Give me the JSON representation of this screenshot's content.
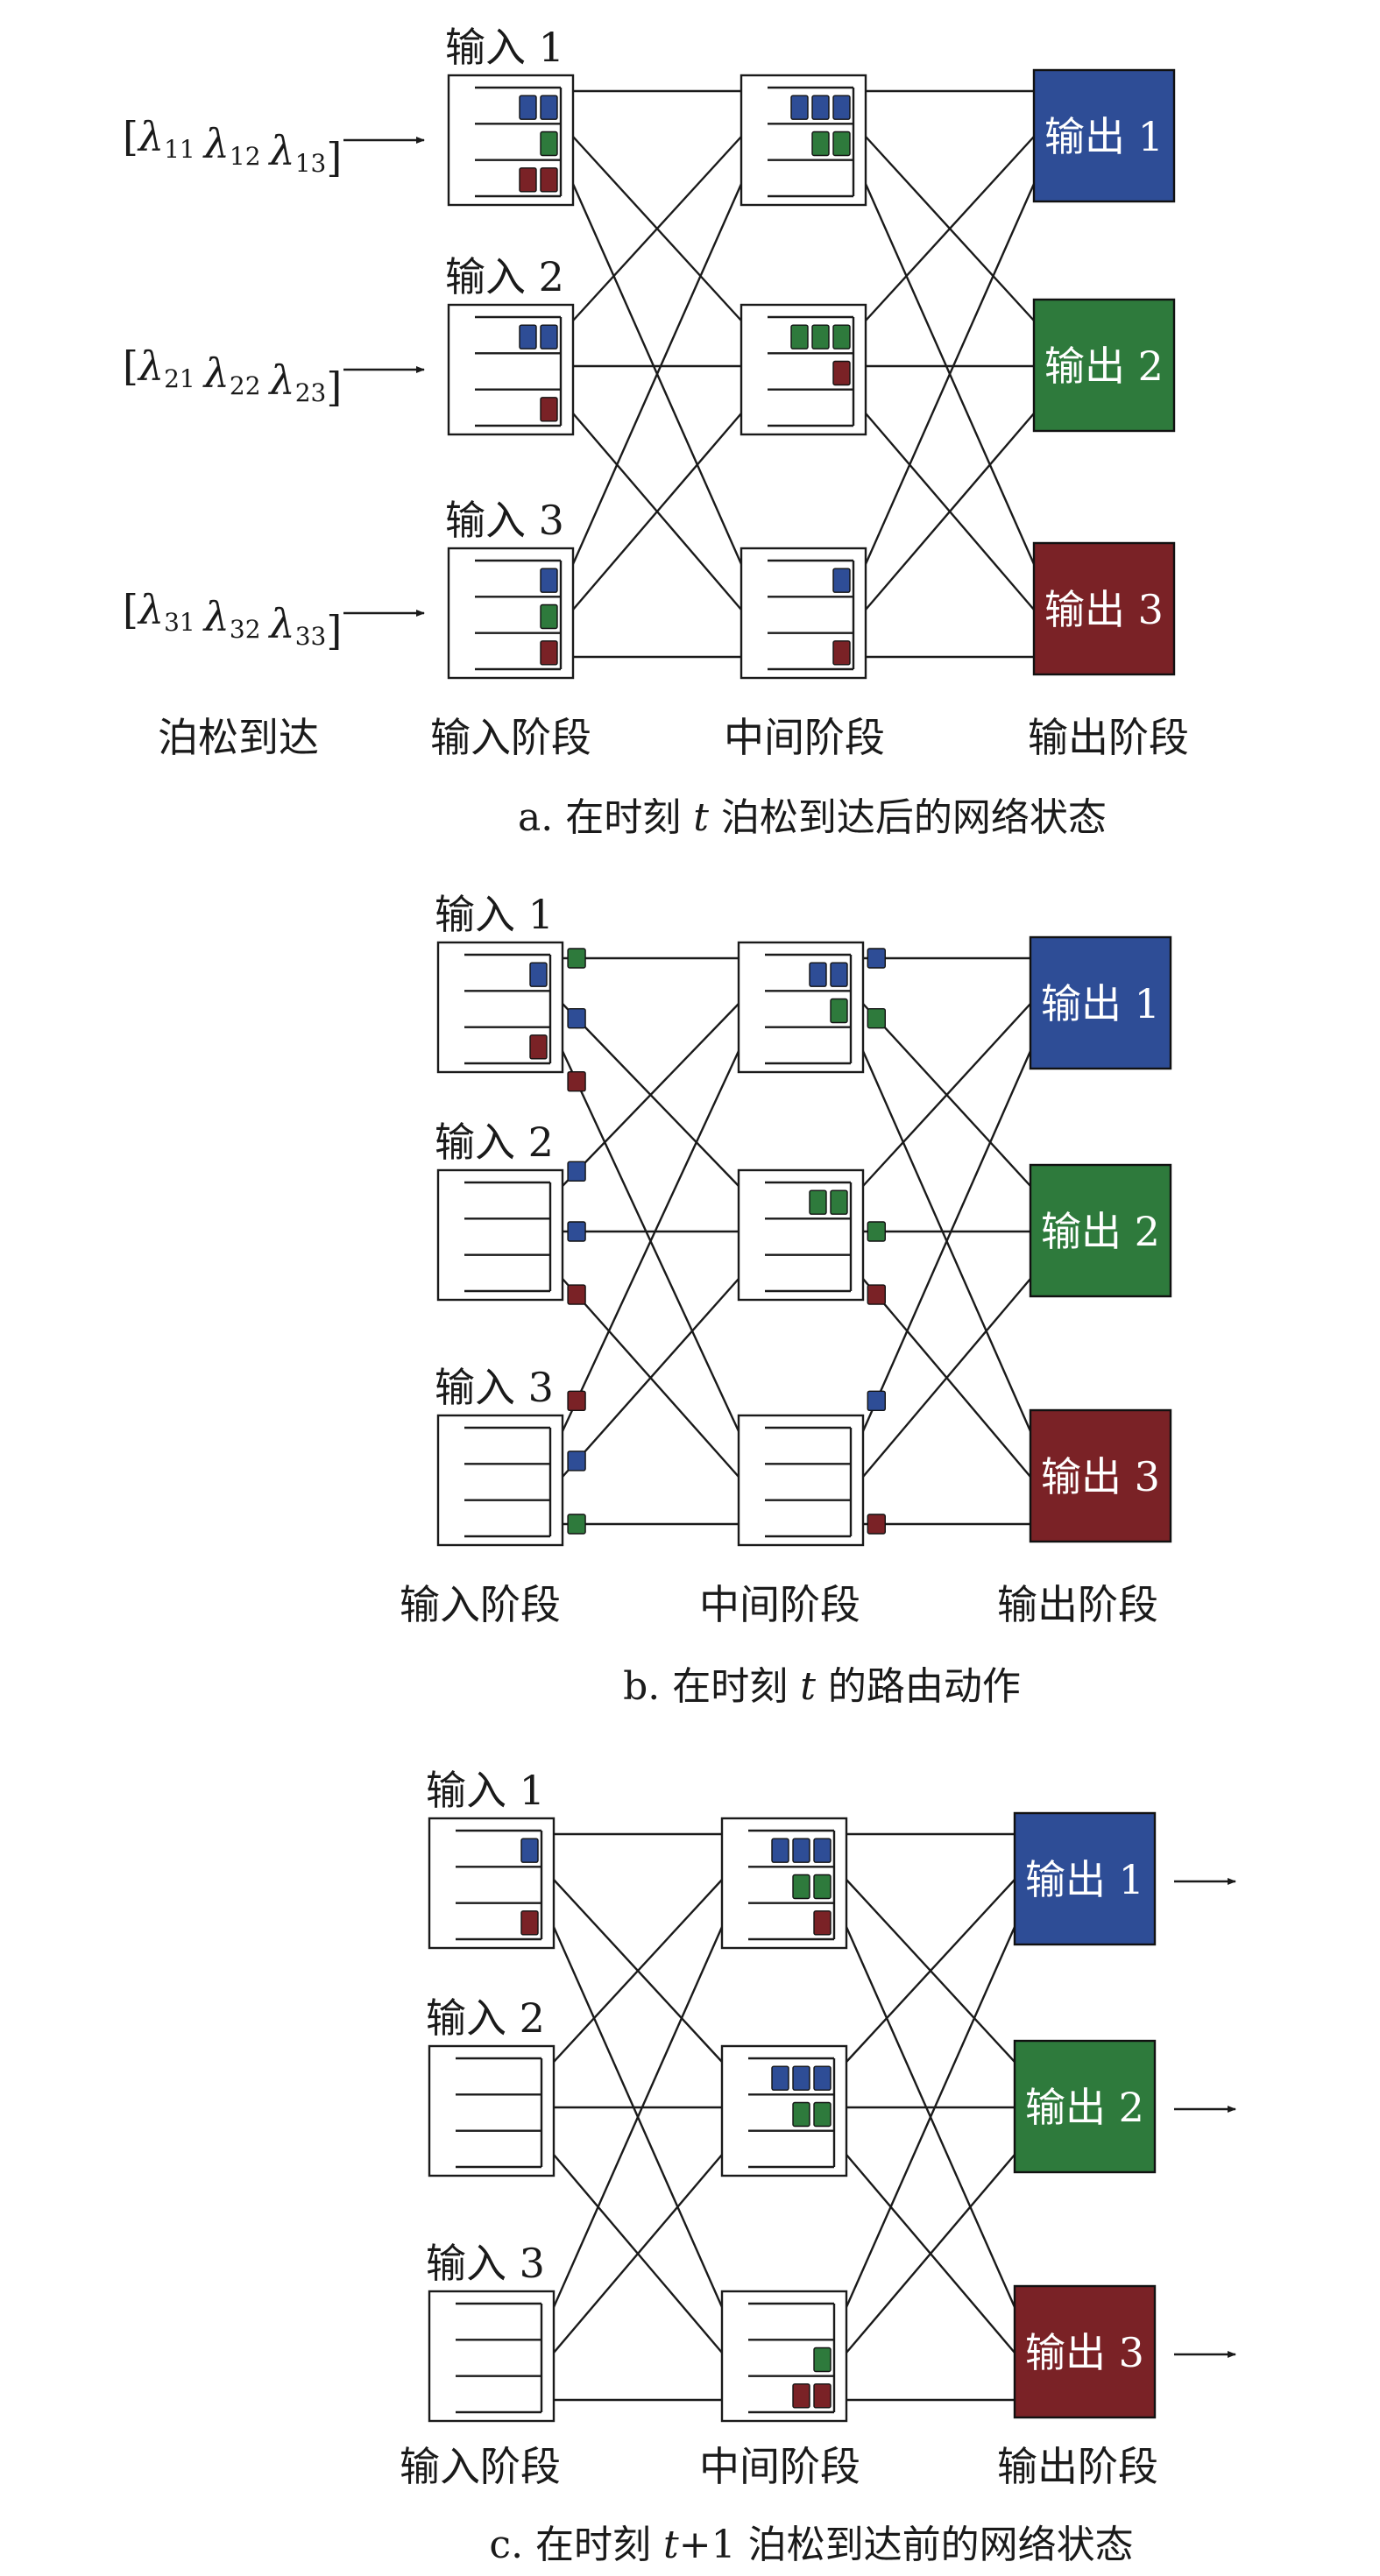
{
  "colors": {
    "blue": "#2e4d96",
    "green": "#2e7a3c",
    "red": "#7a2226",
    "line": "#1a1a1a"
  },
  "panel_a": {
    "arrivals": [
      {
        "lambda": "λ",
        "subs": [
          "11",
          "12",
          "13"
        ]
      },
      {
        "lambda": "λ",
        "subs": [
          "21",
          "22",
          "23"
        ]
      },
      {
        "lambda": "λ",
        "subs": [
          "31",
          "32",
          "33"
        ]
      }
    ],
    "inputs": [
      "输入 1",
      "输入 2",
      "输入 3"
    ],
    "outputs": [
      "输出 1",
      "输出 2",
      "输出 3"
    ],
    "stage_labels": [
      "泊松到达",
      "输入阶段",
      "中间阶段",
      "输出阶段"
    ],
    "caption_pre": "a. 在时刻 ",
    "caption_var": "t",
    "caption_post": " 泊松到达后的网络状态",
    "queues": {
      "in": [
        [
          [
            "blue",
            "blue"
          ],
          [
            "green"
          ],
          [
            "red",
            "red"
          ]
        ],
        [
          [
            "blue",
            "blue"
          ],
          [],
          [
            "red"
          ]
        ],
        [
          [
            "blue"
          ],
          [
            "green"
          ],
          [
            "red"
          ]
        ]
      ],
      "mid": [
        [
          [
            "blue",
            "blue",
            "blue"
          ],
          [
            "green",
            "green"
          ],
          []
        ],
        [
          [
            "green",
            "green",
            "green"
          ],
          [
            "red"
          ],
          []
        ],
        [
          [
            "blue"
          ],
          [],
          [
            "red"
          ]
        ]
      ]
    }
  },
  "panel_b": {
    "inputs": [
      "输入 1",
      "输入 2",
      "输入 3"
    ],
    "outputs": [
      "输出 1",
      "输出 2",
      "输出 3"
    ],
    "stage_labels": [
      "输入阶段",
      "中间阶段",
      "输出阶段"
    ],
    "caption_pre": "b. 在时刻 ",
    "caption_var": "t",
    "caption_post": " 的路由动作",
    "queues": {
      "in": [
        [
          [
            "blue"
          ],
          [],
          [
            "red"
          ]
        ],
        [
          [],
          [],
          []
        ],
        [
          [],
          [],
          []
        ]
      ],
      "mid": [
        [
          [
            "blue",
            "blue"
          ],
          [
            "green"
          ],
          []
        ],
        [
          [
            "green",
            "green"
          ],
          [],
          []
        ],
        [
          [],
          [],
          []
        ]
      ]
    },
    "moving_packets": {
      "in_to_mid": [
        [
          "green",
          "blue",
          "red"
        ],
        [
          "blue",
          "blue",
          "red"
        ],
        [
          "red",
          "blue",
          "green"
        ]
      ],
      "mid_to_out": [
        [
          "blue",
          "green"
        ],
        [
          "green",
          "red"
        ],
        [
          "blue",
          "red"
        ]
      ]
    }
  },
  "panel_c": {
    "inputs": [
      "输入 1",
      "输入 2",
      "输入 3"
    ],
    "outputs": [
      "输出 1",
      "输出 2",
      "输出 3"
    ],
    "stage_labels": [
      "输入阶段",
      "中间阶段",
      "输出阶段"
    ],
    "caption_pre": "c. 在时刻 ",
    "caption_var": "t",
    "caption_post": "+1 泊松到达前的网络状态",
    "queues": {
      "in": [
        [
          [
            "blue"
          ],
          [],
          [
            "red"
          ]
        ],
        [
          [],
          [],
          []
        ],
        [
          [],
          [],
          []
        ]
      ],
      "mid": [
        [
          [
            "blue",
            "blue",
            "blue"
          ],
          [
            "green",
            "green"
          ],
          [
            "red"
          ]
        ],
        [
          [
            "blue",
            "blue",
            "blue"
          ],
          [
            "green",
            "green"
          ],
          []
        ],
        [
          [],
          [
            "green"
          ],
          [
            "red",
            "red"
          ]
        ]
      ]
    }
  }
}
